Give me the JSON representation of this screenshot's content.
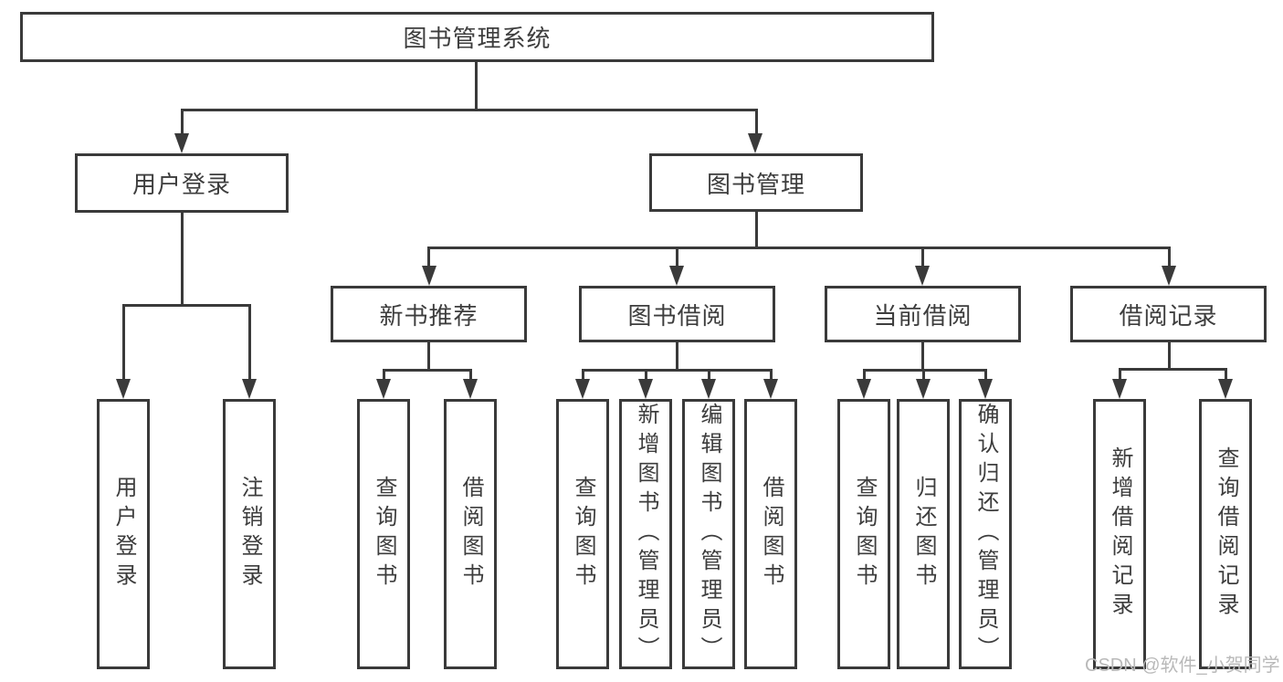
{
  "diagram_title": "图书管理系统",
  "tree": {
    "label": "图书管理系统",
    "children": [
      {
        "label": "用户登录",
        "children": [
          {
            "label": "用户登录"
          },
          {
            "label": "注销登录"
          }
        ]
      },
      {
        "label": "图书管理",
        "children": [
          {
            "label": "新书推荐",
            "children": [
              {
                "label": "查询图书"
              },
              {
                "label": "借阅图书"
              }
            ]
          },
          {
            "label": "图书借阅",
            "children": [
              {
                "label": "查询图书"
              },
              {
                "label": "新增图书（管理员）"
              },
              {
                "label": "编辑图书（管理员）"
              },
              {
                "label": "借阅图书"
              }
            ]
          },
          {
            "label": "当前借阅",
            "children": [
              {
                "label": "查询图书"
              },
              {
                "label": "归还图书"
              },
              {
                "label": "确认归还（管理员）"
              }
            ]
          },
          {
            "label": "借阅记录",
            "children": [
              {
                "label": "新增借阅记录"
              },
              {
                "label": "查询借阅记录"
              }
            ]
          }
        ]
      }
    ]
  },
  "watermark": "CSDN @软件_小贺同学",
  "colors": {
    "line": "#3a3a3a",
    "text": "#3d3d3d",
    "box_background": "#ffffff",
    "page_background": "#ffffff",
    "watermark": "#b9b9b9"
  }
}
